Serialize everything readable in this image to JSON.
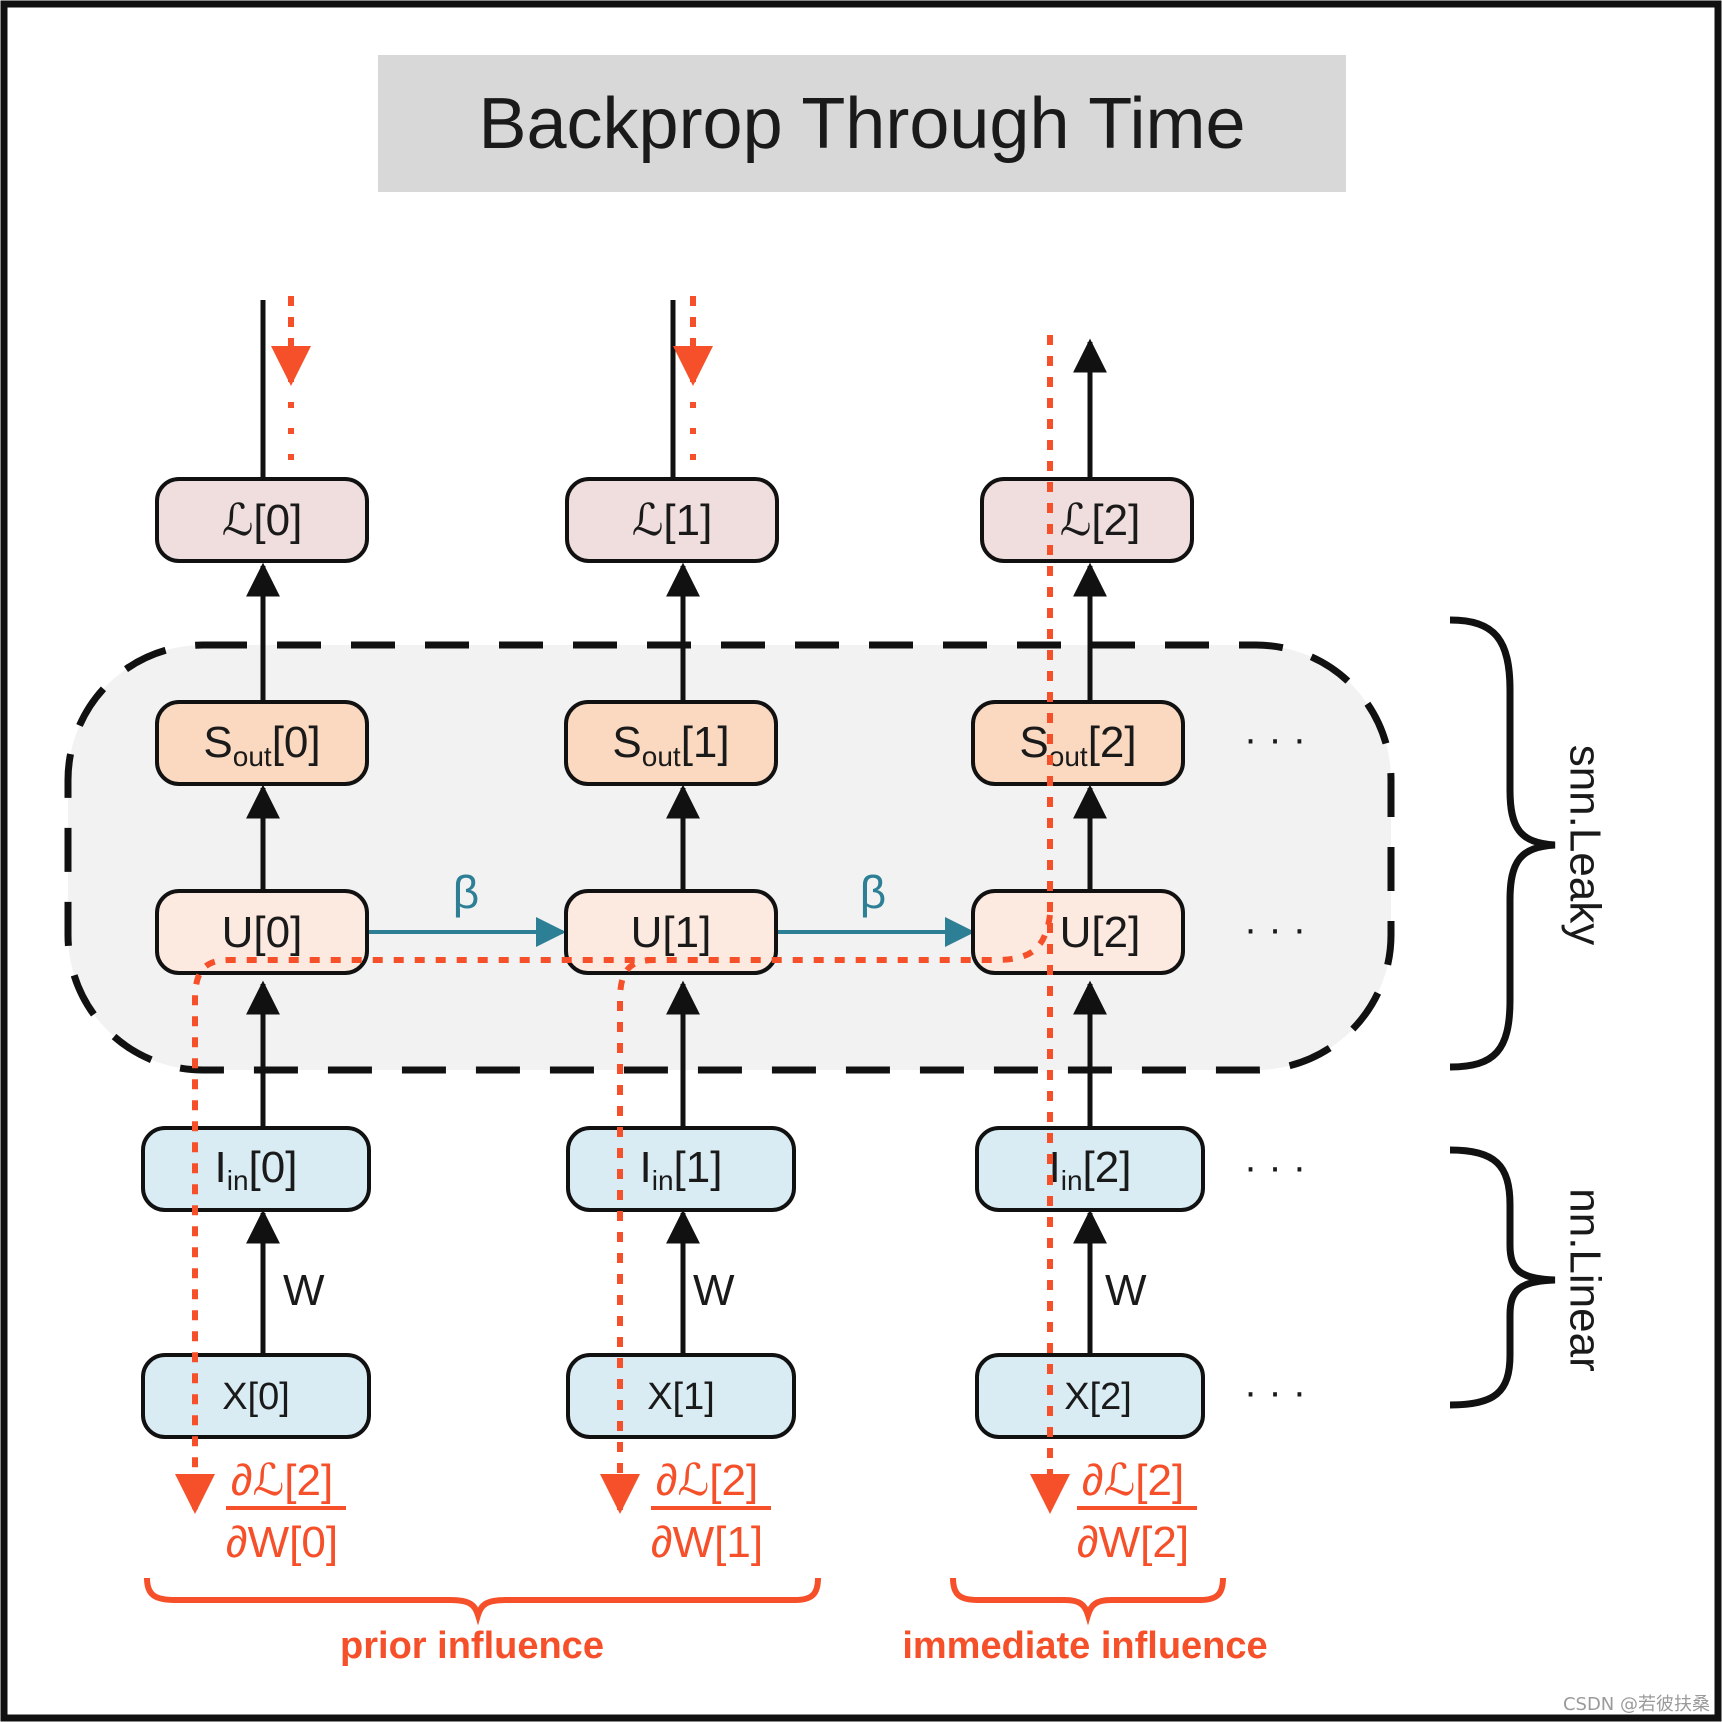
{
  "title": "Backprop Through Time",
  "loss": [
    "ℒ[0]",
    "ℒ[1]",
    "ℒ[2]"
  ],
  "spike_base": "S",
  "spike_sub": "out",
  "spike_idx": [
    "[0]",
    "[1]",
    "[2]"
  ],
  "membrane": [
    "U[0]",
    "U[1]",
    "U[2]"
  ],
  "current_base": "I",
  "current_sub": "in",
  "current_idx": [
    "[0]",
    "[1]",
    "[2]"
  ],
  "input": [
    "X[0]",
    "X[1]",
    "X[2]"
  ],
  "weight_label": "W",
  "beta_label": "β",
  "ellipsis": "· · ·",
  "group_labels": {
    "leaky": "snn.Leaky",
    "linear": "nn.Linear"
  },
  "gradients": [
    {
      "numerator": "∂ℒ[2]",
      "denominator": "∂W[0]"
    },
    {
      "numerator": "∂ℒ[2]",
      "denominator": "∂W[1]"
    },
    {
      "numerator": "∂ℒ[2]",
      "denominator": "∂W[2]"
    }
  ],
  "influence": {
    "prior": "prior influence",
    "immediate": "immediate influence"
  },
  "watermark": "CSDN @若彼扶桑",
  "colors": {
    "loss_fill": "#f0dede",
    "spike_fill": "#fad9c0",
    "membrane_fill": "#fceae0",
    "linear_fill": "#d9ecf3",
    "gradient_red": "#f5502a",
    "beta_teal": "#2d7f95",
    "group_bg": "#f2f2f2",
    "title_bg": "#d8d8d8"
  }
}
